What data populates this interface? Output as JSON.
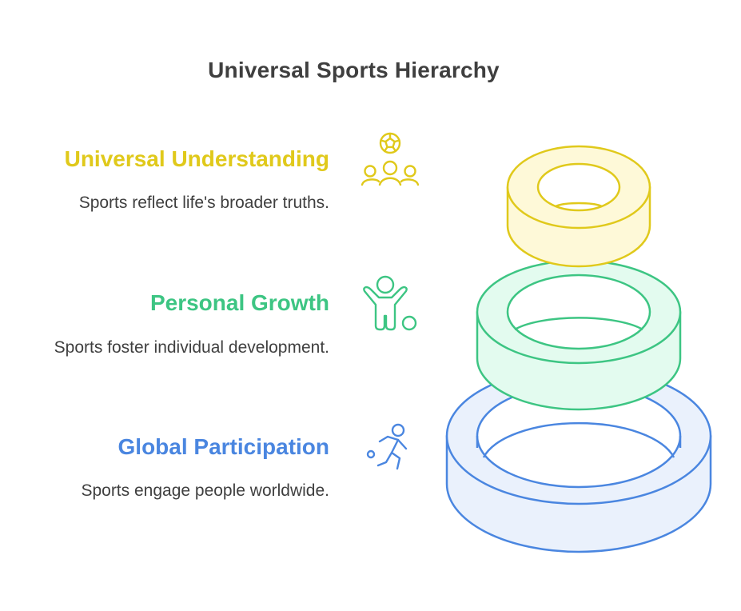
{
  "diagram": {
    "title": "Universal Sports Hierarchy",
    "levels": [
      {
        "heading": "Universal Understanding",
        "description": "Sports reflect life's broader truths.",
        "color": "#E0C91B",
        "fill": "#FEF9D8",
        "icon": "soccer-community-icon"
      },
      {
        "heading": "Personal Growth",
        "description": "Sports foster individual development.",
        "color": "#3DC583",
        "fill": "#E3FBEF",
        "icon": "child-playing-ball-icon"
      },
      {
        "heading": "Global Participation",
        "description": "Sports engage people worldwide.",
        "color": "#4A86E0",
        "fill": "#EAF1FC",
        "icon": "running-person-icon"
      }
    ]
  }
}
